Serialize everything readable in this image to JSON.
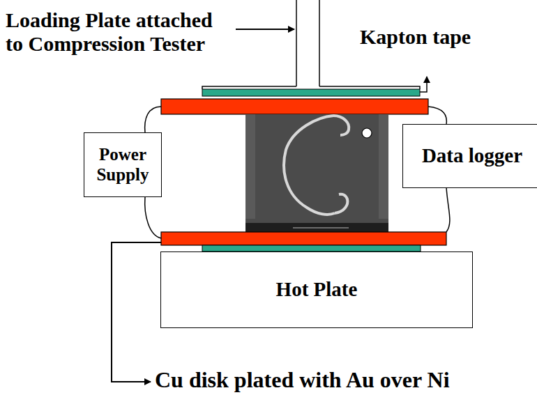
{
  "diagram": {
    "nodes": [
      {
        "text": [
          "Power Supply"
        ]
      },
      {
        "text": [
          "Data logger"
        ]
      },
      {
        "text": [
          "Hot Plate"
        ]
      }
    ],
    "labels": [
      "Loading Plate attached to Compression Tester",
      "Kapton tape",
      "Cu disk plated with Au over Ni"
    ]
  }
}
